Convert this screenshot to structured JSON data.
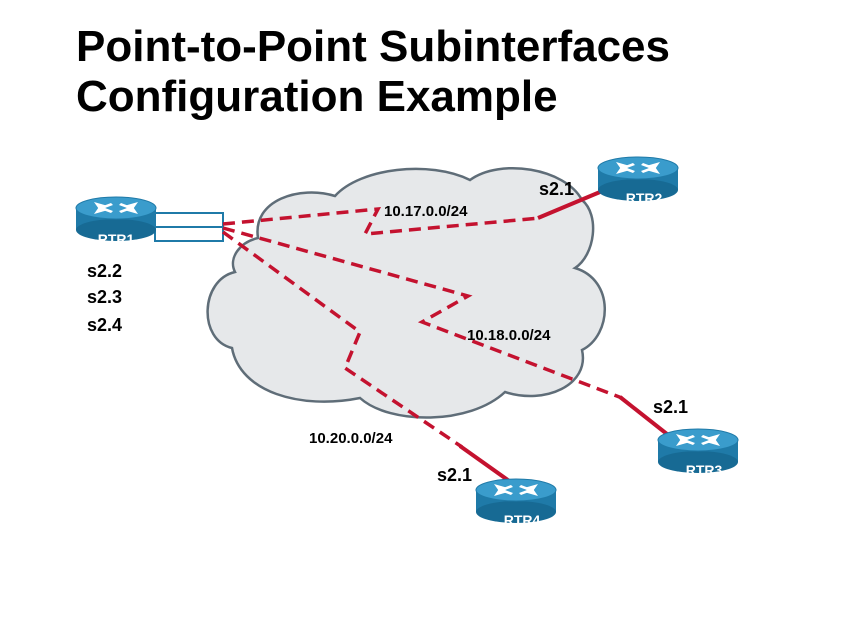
{
  "title": {
    "line1": "Point-to-Point Subinterfaces",
    "line2": "Configuration Example"
  },
  "routers": {
    "rtr1": "RTR1",
    "rtr2": "RTR2",
    "rtr3": "RTR3",
    "rtr4": "RTR4"
  },
  "interfaces": {
    "rtr1": [
      "s2.2",
      "s2.3",
      "s2.4"
    ],
    "rtr2": "s2.1",
    "rtr3": "s2.1",
    "rtr4": "s2.1"
  },
  "subnets": {
    "to_rtr2": "10.17.0.0/24",
    "to_rtr3": "10.18.0.0/24",
    "to_rtr4": "10.20.0.0/24"
  },
  "colors": {
    "cloud_fill": "#e6e8ea",
    "cloud_stroke": "#5f6d78",
    "link": "#c4122f",
    "router_body": "#1f7aa8",
    "router_top": "#3a9ccc"
  },
  "icons": {
    "router": "router-icon",
    "cloud": "frame-relay-cloud-icon"
  }
}
